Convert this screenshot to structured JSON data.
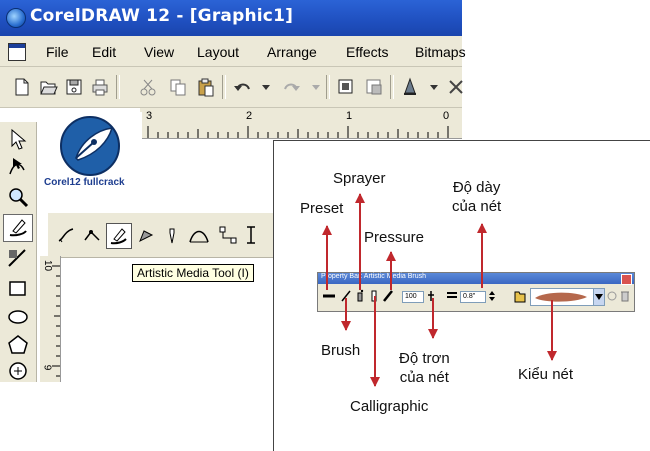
{
  "window": {
    "title": "CorelDRAW 12 - [Graphic1]"
  },
  "menu": {
    "items": [
      "File",
      "Edit",
      "View",
      "Layout",
      "Arrange",
      "Effects",
      "Bitmaps"
    ]
  },
  "ruler": {
    "numbers": [
      "3",
      "2",
      "1",
      "0"
    ]
  },
  "vruler": {
    "numbers": [
      "10",
      "9"
    ]
  },
  "logo": {
    "caption": "Corel12 fullcrack"
  },
  "tooltip": {
    "text": "Artistic Media Tool (I)"
  },
  "property_bar": {
    "title": "Property Bar: Artistic Media Brush",
    "smoothing_value": "100",
    "width_value": "0.8\""
  },
  "annotations": {
    "sprayer": "Sprayer",
    "preset": "Preset",
    "pressure": "Pressure",
    "width_line1": "Độ dày",
    "width_line2": "của nét",
    "brush": "Brush",
    "smooth_line1": "Độ trơn",
    "smooth_line2": "của nét",
    "stroke_type": "Kiểu nét",
    "calligraphic": "Calligraphic"
  },
  "colors": {
    "titlebar": "#1f4fbf",
    "chrome": "#ece9d8",
    "arrow": "#c0282d",
    "brush_stroke": "#b5684c"
  }
}
